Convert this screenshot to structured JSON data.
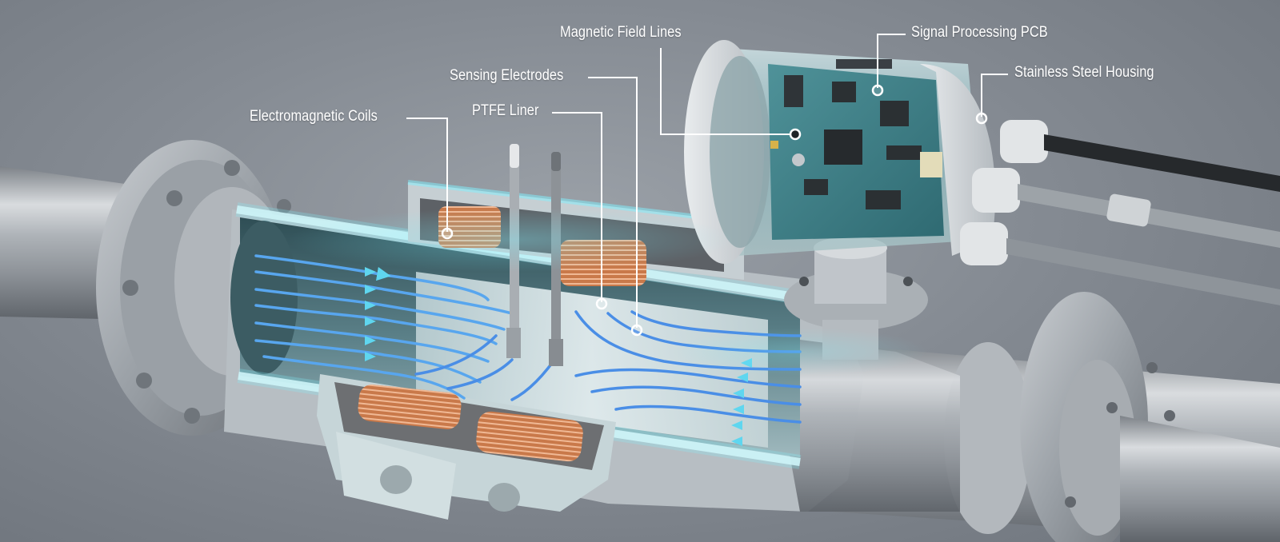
{
  "diagram": {
    "subject": "Electromagnetic flowmeter cutaway",
    "background_color": "#858b93",
    "accent_colors": {
      "flow_lines": "#4a90e2",
      "glow": "#5fe0e8",
      "copper": "#c9794a",
      "steel": "#c8ccd0",
      "pcb": "#3f7f86",
      "label_text": "#ffffff"
    },
    "labels": [
      {
        "id": "electromagnetic-coils",
        "text": "Electromagnetic Coils"
      },
      {
        "id": "sensing-electrodes",
        "text": "Sensing Electrodes"
      },
      {
        "id": "ptfe-liner",
        "text": "PTFE Liner"
      },
      {
        "id": "magnetic-field-lines",
        "text": "Magnetic Field Lines"
      },
      {
        "id": "signal-processing-pcb",
        "text": "Signal Processing PCB"
      },
      {
        "id": "stainless-steel-housing",
        "text": "Stainless Steel Housing"
      }
    ]
  }
}
